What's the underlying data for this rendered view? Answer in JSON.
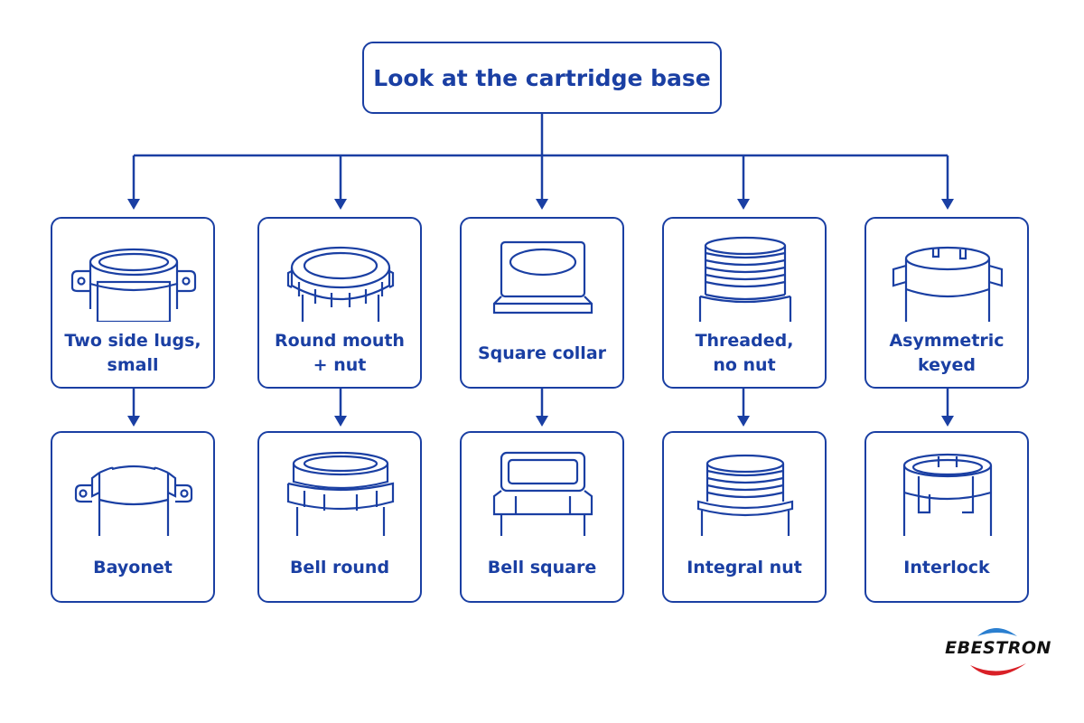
{
  "colors": {
    "stroke": "#1a3fa3",
    "logo_blue": "#2a7fd0",
    "logo_red": "#d92027"
  },
  "root": {
    "label": "Look at the cartridge base"
  },
  "columns": [
    {
      "feature": "Two side lugs,\nsmall",
      "result": "Bayonet",
      "feature_icon": "side-lugs-icon",
      "result_icon": "bayonet-icon"
    },
    {
      "feature": "Round mouth\n+ nut",
      "result": "Bell round",
      "feature_icon": "round-nut-icon",
      "result_icon": "bell-round-icon"
    },
    {
      "feature": "Square collar",
      "result": "Bell square",
      "feature_icon": "square-collar-icon",
      "result_icon": "bell-square-icon"
    },
    {
      "feature": "Threaded,\nno nut",
      "result": "Integral nut",
      "feature_icon": "threaded-icon",
      "result_icon": "integral-nut-icon"
    },
    {
      "feature": "Asymmetric\nkeyed",
      "result": "Interlock",
      "feature_icon": "keyed-icon",
      "result_icon": "interlock-icon"
    }
  ],
  "logo": {
    "text": "EBESTRON"
  }
}
